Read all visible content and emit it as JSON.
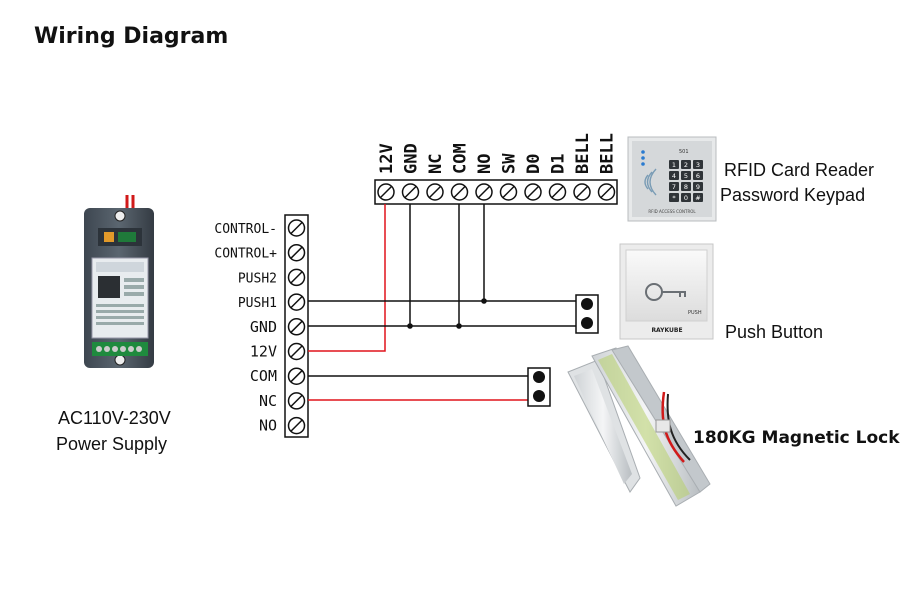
{
  "title": "Wiring Diagram",
  "power_supply": {
    "label_line1": "AC110V-230V",
    "label_line2": "Power Supply",
    "terminals": [
      "CONTROL-",
      "CONTROL+",
      "PUSH2",
      "PUSH1",
      "GND",
      "12V",
      "COM",
      "NC",
      "NO"
    ]
  },
  "reader": {
    "label_line1": "RFID Card Reader",
    "label_line2": "Password Keypad",
    "terminals": [
      "12V",
      "GND",
      "NC",
      "COM",
      "NO",
      "SW",
      "D0",
      "D1",
      "BELL",
      "BELL"
    ],
    "keys": [
      "1",
      "2",
      "3",
      "4",
      "5",
      "6",
      "7",
      "8",
      "9",
      "*",
      "0",
      "#"
    ],
    "model": "501",
    "caption": "RFID ACCESS CONTROL"
  },
  "push_button": {
    "label": "Push Button",
    "face_text": "PUSH",
    "brand": "RAYKUBE"
  },
  "lock": {
    "label": "180KG Magnetic Lock"
  },
  "colors": {
    "wire_black": "#111111",
    "wire_red": "#e0141c"
  }
}
